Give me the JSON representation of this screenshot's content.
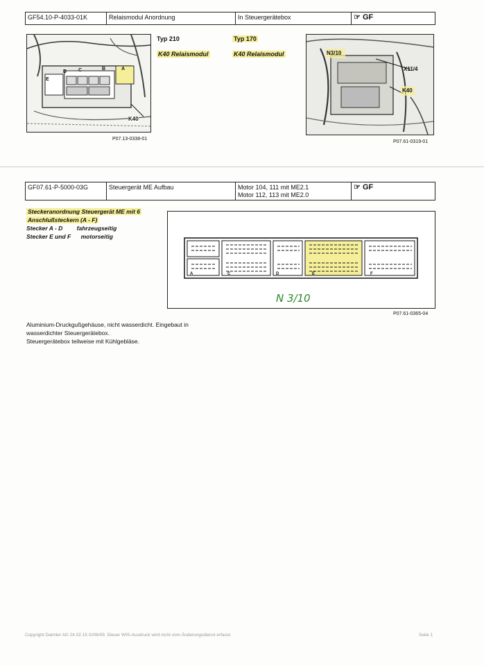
{
  "section1": {
    "header": {
      "code": "GF54.10-P-4033-01K",
      "title": "Relaismodul Anordnung",
      "location": "In Steuergerätebox",
      "gf": "GF"
    },
    "labels": {
      "typ210": "Typ 210",
      "typ170": "Typ 170",
      "k40_a": "K40  Relaismodul",
      "k40_b": "K40  Relaismodul"
    },
    "left_image": {
      "k40": "K40",
      "connectors": [
        "E",
        "D",
        "C",
        "B",
        "A"
      ]
    },
    "right_image": {
      "n310": "N3/10",
      "x114": "X11/4",
      "k40": "K40"
    },
    "refs": {
      "left": "P07.13-0338-01",
      "right": "P07.61-0319-01"
    }
  },
  "section2": {
    "header": {
      "code": "GF07.61-P-5000-03G",
      "title": "Steuergerät ME Aufbau",
      "motor1": "Motor 104, 111 mit ME2.1",
      "motor2": "Motor 112, 113 mit ME2.0",
      "gf": "GF"
    },
    "heading_l1": "Steckeranordnung Steuergerät ME mit 6",
    "heading_l2": "Anschlußsteckern (A - F)",
    "line_ad_a": "Stecker A - D",
    "line_ad_b": "fahrzeugseitig",
    "line_ef_a": "Stecker E und F",
    "line_ef_b": "motorseitig",
    "diagram": {
      "letters": [
        "A",
        "C",
        "D",
        "E",
        "F"
      ],
      "handwritten": "N 3/10"
    },
    "ref": "P07.61-0365-04",
    "desc_l1": "Aluminium-Druckgußgehäuse, nicht wasserdicht. Eingebaut in",
    "desc_l2": "wasserdichter Steuergerätebox.",
    "desc_l3": "Steuergerätebox teilweise mit Kühlgebläse."
  },
  "footer": {
    "copyright": "Copyright Daimler AG 24.02.15 G/06/09. Dieser WIS-Ausdruck wird nicht vom Änderungsdienst erfasst.",
    "page": "Seite 1"
  }
}
